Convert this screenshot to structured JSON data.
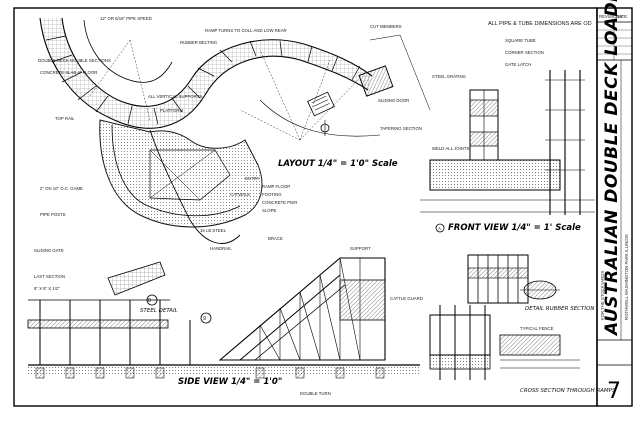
{
  "note_top": "ALL PIPE & TUBE DIMENSIONS ARE OD",
  "views": {
    "layout": "LAYOUT 1/4\" = 1'0\" Scale",
    "front": "FRONT VIEW 1/4\" = 1' Scale",
    "side": "SIDE VIEW 1/4\" = 1'0\"",
    "cross_section": "CROSS SECTION THROUGH RAMPS",
    "detail_rubber": "DETAIL RUBBER SECTION",
    "detail_steel": "STEEL DETAIL",
    "detail_8": "8",
    "detail_9": "9",
    "detail_a": "A"
  },
  "title_block": {
    "vertical_title": "AUSTRALIAN DOUBLE DECK LOADING RAMP",
    "sub_1": "ROTHWELL WASHINGTON PARK ILLINOIS",
    "sub_2": "FOR THE STOCKYARDS",
    "sheet_number": "7",
    "header_1": "REVISIONS",
    "header_2": "DATE"
  },
  "annotations": {
    "a1": "12\" OR 5/16\" PIPE SPEED",
    "a2": "DOUBLE DECK DOUBLE SECTIONS",
    "a3": "CONCRETE SLAB 4\" FLOOR",
    "a4": "RUBBER BELTING",
    "a5": "RAMP TURNS TO COLL AND LOW REAR",
    "a6": "ALL VERTICAL SUPPORTS",
    "a7": "PLATFORM",
    "a8": "CUT MEMBERS",
    "a9": "SLIDING DOOR",
    "a10": "TAPERING SECTION",
    "a11": "16 LB STEEL",
    "a12": "CATWALK",
    "a13": "2\" ON 10\" O.C. GAME",
    "a14": "TOP RAIL",
    "a15": "PIPE POSTS",
    "a16": "RAMP FLOOR",
    "a17": "FOOTING",
    "a18": "CONCRETE PIER",
    "a19": "SLOPE",
    "a20": "SQUARE TUBE",
    "a21": "CORNER SECTION",
    "a22": "GATE LATCH",
    "a23": "STEEL GRATING",
    "a24": "WELD ALL JOINTS",
    "a25": "TYPICAL FENCE",
    "a26": "SLIDING GATE",
    "a27": "LAST SECTION",
    "a28": "HANDRAIL",
    "a29": "BRACE",
    "a30": "8\" X 8\" X 1/2\"",
    "a31": "SUPPORT",
    "a32": "CATTLE GUARD",
    "a33": "DOUBLE TURN",
    "a34": "ENTRY"
  },
  "colors": {
    "ink": "#1a1a1a",
    "paper": "#ffffff",
    "hatch": "#555555"
  }
}
